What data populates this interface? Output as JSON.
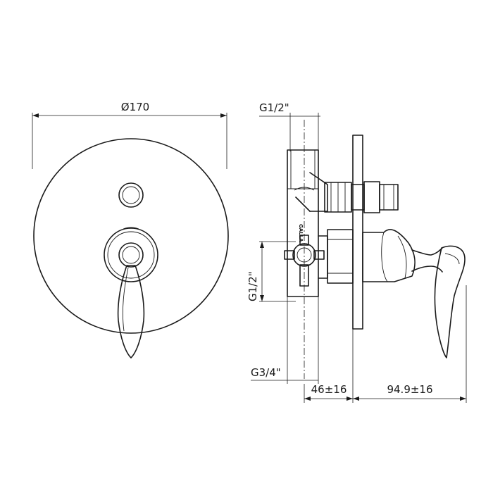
{
  "dimensions": {
    "diameter": "Ø170",
    "top_inlet": "G1/2\"",
    "side_inlet": "G1/2\"",
    "outlet": "G3/4\"",
    "depth_body": "46±16",
    "depth_handle": "94.9±16"
  },
  "body_mark": "GALLA"
}
